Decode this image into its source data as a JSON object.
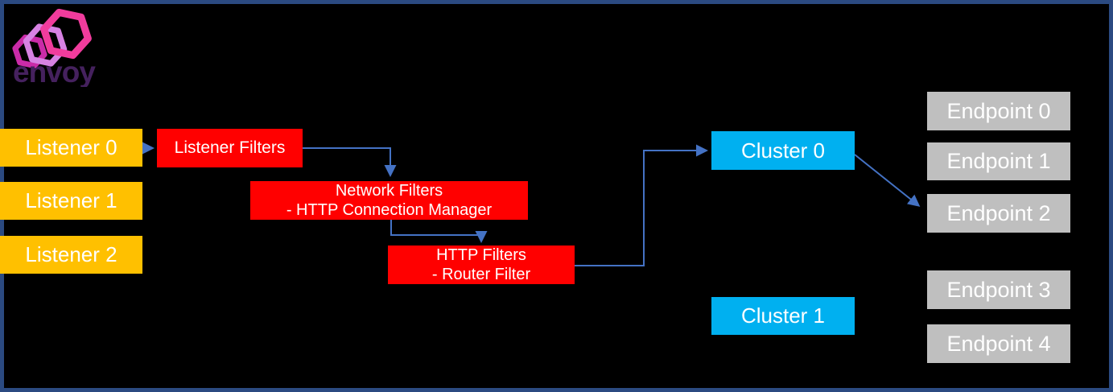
{
  "logo": {
    "brand": "envoy"
  },
  "diagram": {
    "listeners": [
      {
        "label": "Listener 0"
      },
      {
        "label": "Listener 1"
      },
      {
        "label": "Listener 2"
      }
    ],
    "listener_filters": {
      "label": "Listener Filters"
    },
    "network_filters": {
      "title": "Network Filters",
      "subtitle": "- HTTP Connection Manager"
    },
    "http_filters": {
      "title": "HTTP Filters",
      "subtitle": "- Router Filter"
    },
    "clusters": [
      {
        "label": "Cluster 0"
      },
      {
        "label": "Cluster 1"
      }
    ],
    "endpoints": [
      {
        "label": "Endpoint 0"
      },
      {
        "label": "Endpoint 1"
      },
      {
        "label": "Endpoint 2"
      },
      {
        "label": "Endpoint 3"
      },
      {
        "label": "Endpoint 4"
      }
    ],
    "connections": [
      {
        "from": "Listener 0",
        "to": "Listener Filters"
      },
      {
        "from": "Listener Filters",
        "to": "Network Filters"
      },
      {
        "from": "Network Filters",
        "to": "HTTP Filters"
      },
      {
        "from": "HTTP Filters",
        "to": "Cluster 0"
      },
      {
        "from": "Cluster 0",
        "to": "Endpoint 2"
      }
    ]
  },
  "colors": {
    "background": "#000000",
    "frame_border": "#2B4A81",
    "listener_fill": "#FFC000",
    "filter_fill": "#FF0000",
    "cluster_fill": "#00B0F0",
    "endpoint_fill": "#BFBFBF",
    "connector": "#4472C4",
    "text": "#FFFFFF",
    "logo_pink": "#F13C9D",
    "logo_orchid": "#D782E3",
    "logo_magenta": "#CA2BA8",
    "logo_wordmark": "#45215E"
  }
}
